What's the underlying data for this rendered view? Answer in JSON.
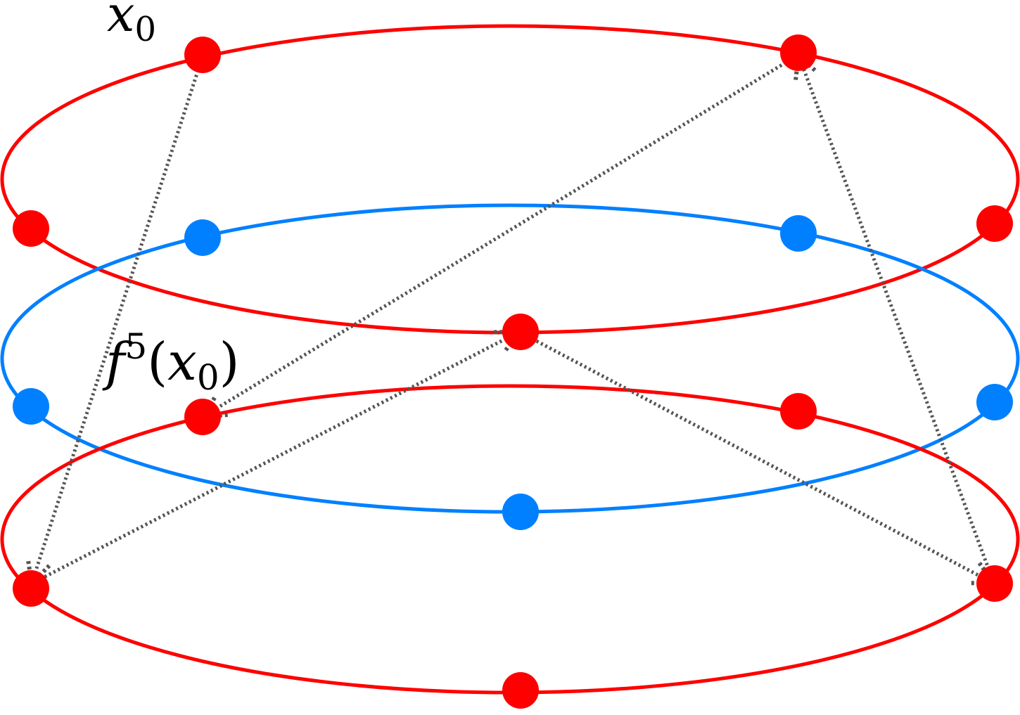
{
  "labels": {
    "start_var": "x",
    "start_sub": "0",
    "iter_func": "f",
    "iter_exp": "5",
    "iter_open": "(",
    "iter_var": "x",
    "iter_sub": "0",
    "iter_close": ")"
  },
  "colors": {
    "outer_cycle": "#ff0000",
    "inner_cycle": "#0080ff",
    "arrows": "#555555",
    "text": "#000000"
  },
  "ellipses": [
    {
      "name": "top-red-ellipse",
      "color_key": "outer_cycle"
    },
    {
      "name": "middle-blue-ellipse",
      "color_key": "inner_cycle"
    },
    {
      "name": "bottom-red-ellipse",
      "color_key": "outer_cycle"
    }
  ]
}
